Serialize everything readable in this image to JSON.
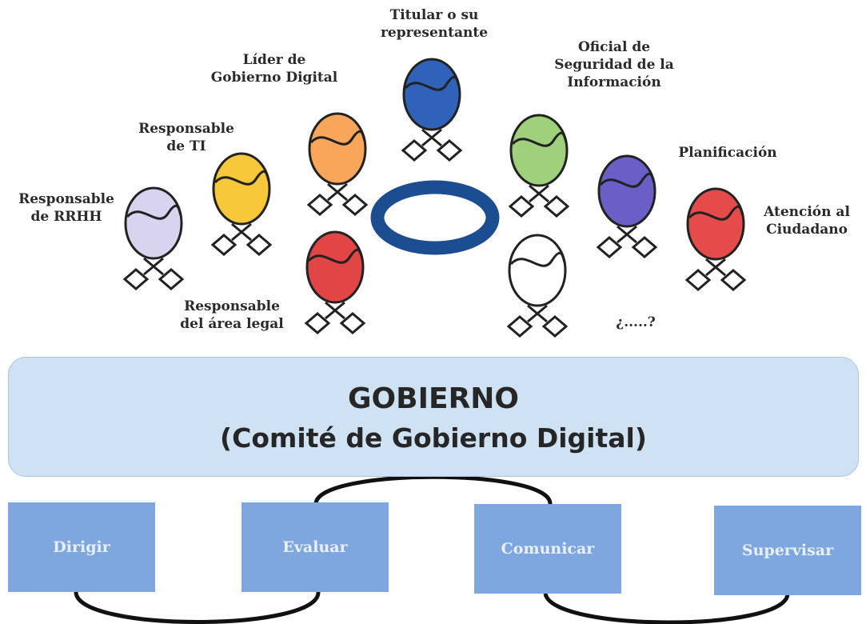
{
  "committee": {
    "members": [
      {
        "key": "rrhh",
        "label": "Responsable\nde RRHH",
        "color": "#d8d3ee"
      },
      {
        "key": "ti",
        "label": "Responsable\nde TI",
        "color": "#f6c83a"
      },
      {
        "key": "gobierno-digital",
        "label": "Líder de\nGobierno Digital",
        "color": "#f7a65a"
      },
      {
        "key": "titular",
        "label": "Titular o su\nrepresentante",
        "color": "#2f62b8"
      },
      {
        "key": "seguridad",
        "label": "Oficial de\nSeguridad de la\nInformación",
        "color": "#9fd07c"
      },
      {
        "key": "planificacion",
        "label": "Planificación",
        "color": "#6a5fc7"
      },
      {
        "key": "atencion",
        "label": "Atención al\nCiudadano",
        "color": "#e54b4b"
      },
      {
        "key": "legal",
        "label": "Responsable\ndel área legal",
        "color": "#e24545"
      },
      {
        "key": "otro",
        "label": "¿.....?",
        "color": "#ffffff"
      }
    ],
    "table_color": "#1d4d91"
  },
  "governance": {
    "title": "GOBIERNO",
    "subtitle": "(Comité de Gobierno Digital)"
  },
  "functions": [
    {
      "key": "dirigir",
      "label": "Dirigir"
    },
    {
      "key": "evaluar",
      "label": "Evaluar"
    },
    {
      "key": "comunicar",
      "label": "Comunicar"
    },
    {
      "key": "supervisar",
      "label": "Supervisar"
    }
  ]
}
